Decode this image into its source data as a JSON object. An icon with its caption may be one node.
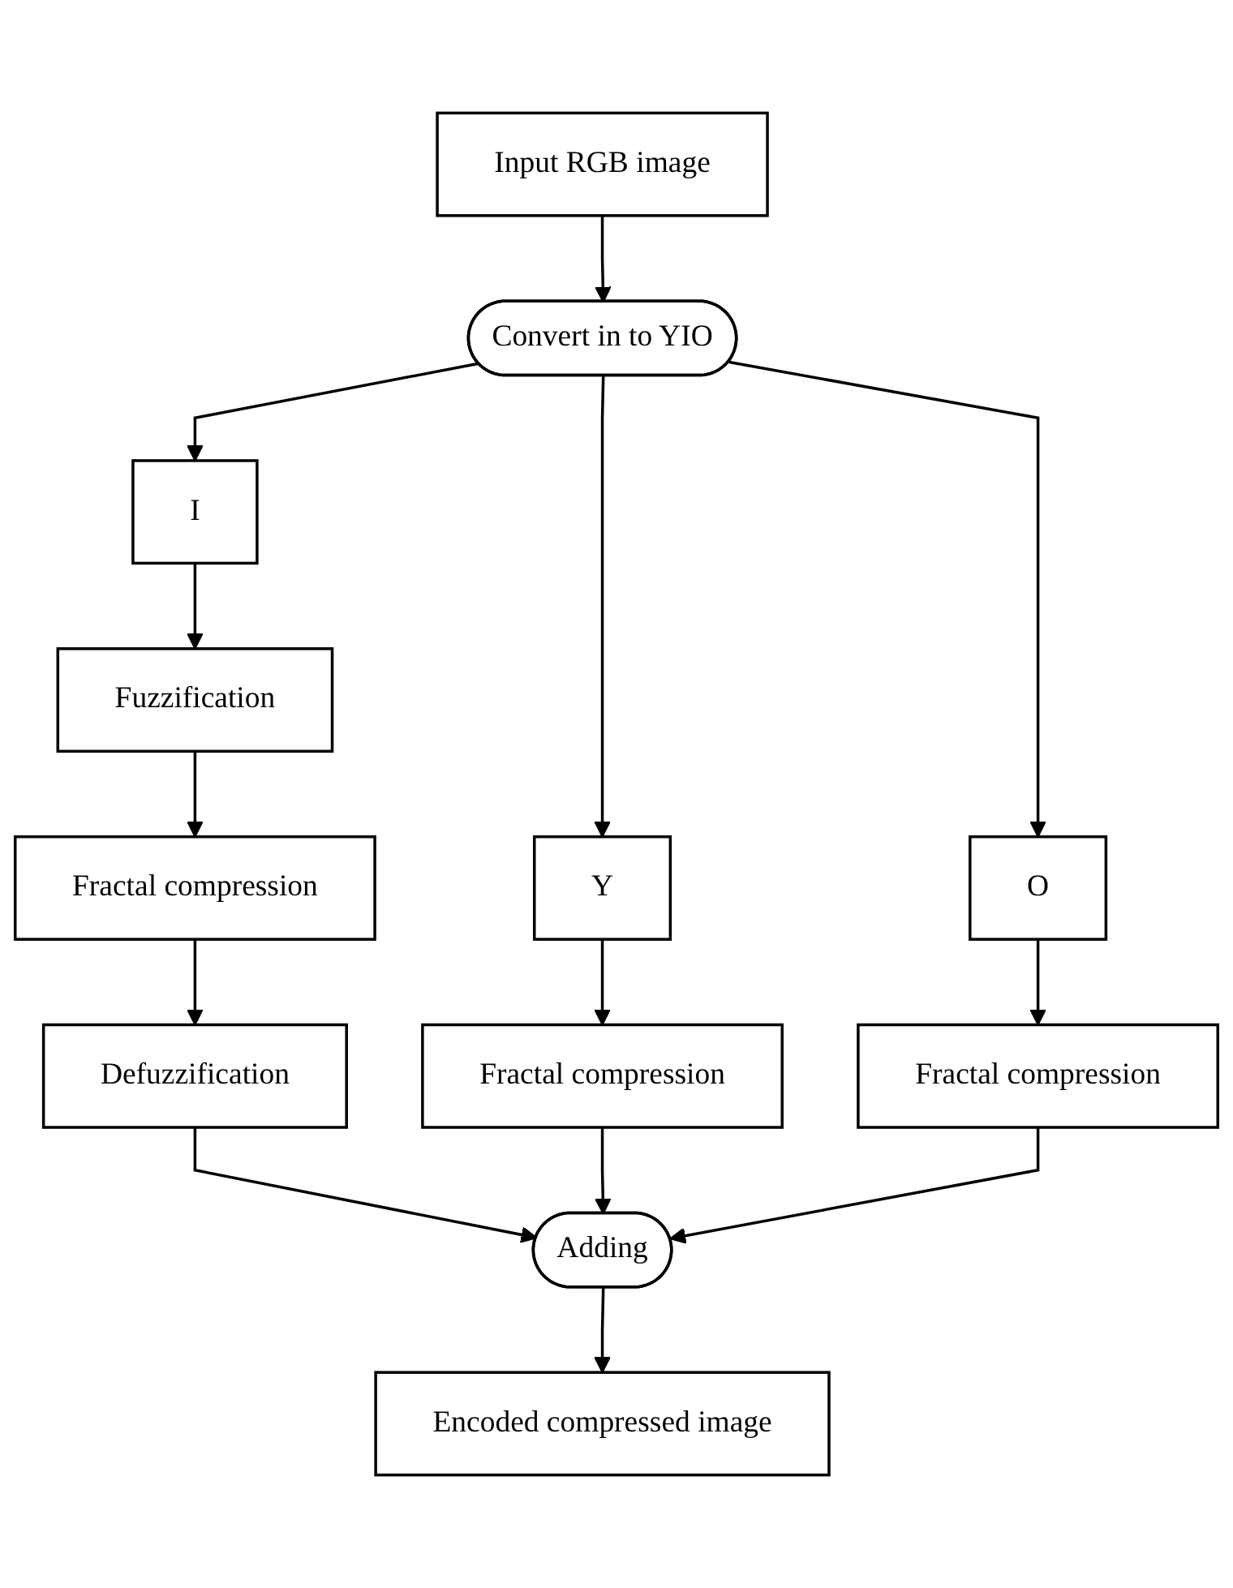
{
  "diagram": {
    "nodes": [
      {
        "text": [
          "Input RGB image"
        ]
      },
      {
        "text": [
          "Convert in to YIO"
        ]
      },
      {
        "text": [
          "I"
        ]
      },
      {
        "text": [
          "Y"
        ]
      },
      {
        "text": [
          "O"
        ]
      },
      {
        "text": [
          "Fuzzification"
        ]
      },
      {
        "text": [
          "Fractal compression"
        ]
      },
      {
        "text": [
          "Fractal compression"
        ]
      },
      {
        "text": [
          "Fractal compression"
        ]
      },
      {
        "text": [
          "Defuzzification"
        ]
      },
      {
        "text": [
          "Adding"
        ]
      },
      {
        "text": [
          "Encoded compressed image"
        ]
      }
    ],
    "edges": [
      {
        "from": 0,
        "to": 1,
        "arrow": "to"
      },
      {
        "from": 1,
        "to": 2,
        "arrow": "to"
      },
      {
        "from": 1,
        "to": 3,
        "arrow": "to"
      },
      {
        "from": 1,
        "to": 4,
        "arrow": "to"
      },
      {
        "from": 2,
        "to": 5,
        "arrow": "to"
      },
      {
        "from": 3,
        "to": 6,
        "arrow": "to"
      },
      {
        "from": 4,
        "to": 7,
        "arrow": "to"
      },
      {
        "from": 5,
        "to": 8,
        "arrow": "to"
      },
      {
        "from": 8,
        "to": 9,
        "arrow": "to"
      },
      {
        "from": 9,
        "to": 10,
        "arrow": "to"
      },
      {
        "from": 6,
        "to": 10,
        "arrow": "to"
      },
      {
        "from": 7,
        "to": 10,
        "arrow": "to"
      },
      {
        "from": 10,
        "to": 11,
        "arrow": "to"
      }
    ]
  }
}
